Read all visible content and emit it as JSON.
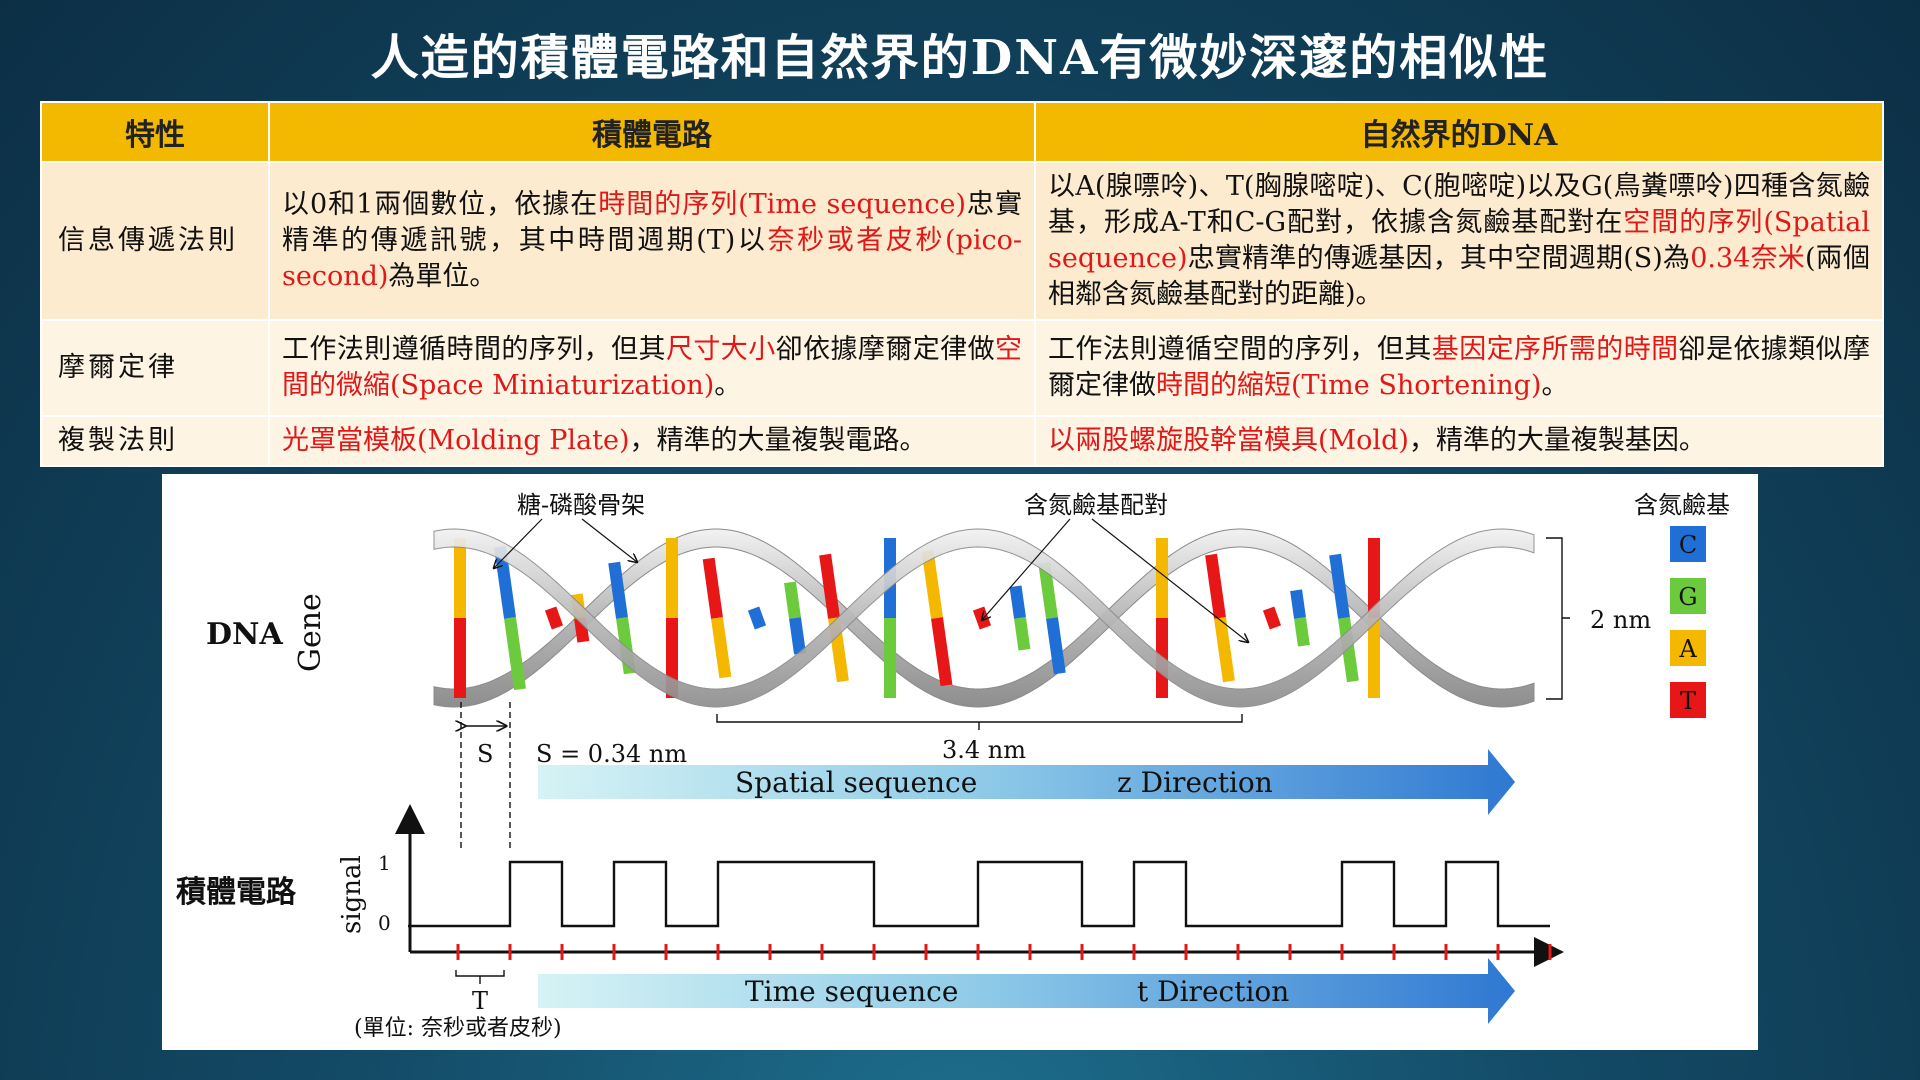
{
  "title": "人造的積體電路和自然界的DNA有微妙深邃的相似性",
  "table": {
    "headers": [
      "特性",
      "積體電路",
      "自然界的DNA"
    ],
    "rows": [
      {
        "label": "信息傳遞法則",
        "ic": [
          {
            "t": "以0和1兩個數位，依據在",
            "red": false
          },
          {
            "t": "時間的序列(Time sequence)",
            "red": true
          },
          {
            "t": "忠實精準的傳遞訊號，其中時間週期(T)以",
            "red": false
          },
          {
            "t": "奈秒或者皮秒(pico-second)",
            "red": true
          },
          {
            "t": "為單位。",
            "red": false
          }
        ],
        "dna": [
          {
            "t": "以A(腺嘌呤)、T(胸腺嘧啶)、C(胞嘧啶)以及G(鳥糞嘌呤)四種含氮鹼基，形成A-T和C-G配對，依據含氮鹼基配對在",
            "red": false
          },
          {
            "t": "空間的序列(Spatial sequence)",
            "red": true
          },
          {
            "t": "忠實精準的傳遞基因，其中空間週期(S)為",
            "red": false
          },
          {
            "t": "0.34奈米",
            "red": true
          },
          {
            "t": "(兩個相鄰含氮鹼基配對的距離)。",
            "red": false
          }
        ]
      },
      {
        "label": "摩爾定律",
        "ic": [
          {
            "t": "工作法則遵循時間的序列，但其",
            "red": false
          },
          {
            "t": "尺寸大小",
            "red": true
          },
          {
            "t": "卻依據摩爾定律做",
            "red": false
          },
          {
            "t": "空間的微縮(Space Miniaturization)",
            "red": true
          },
          {
            "t": "。",
            "red": false
          }
        ],
        "dna": [
          {
            "t": "工作法則遵循空間的序列，但其",
            "red": false
          },
          {
            "t": "基因定序所需的時間",
            "red": true
          },
          {
            "t": "卻是依據類似摩爾定律做",
            "red": false
          },
          {
            "t": "時間的縮短(Time Shortening)",
            "red": true
          },
          {
            "t": "。",
            "red": false
          }
        ]
      },
      {
        "label": "複製法則",
        "ic": [
          {
            "t": "光罩當模板(Molding Plate)",
            "red": true
          },
          {
            "t": "，精準的大量複製電路。",
            "red": false
          }
        ],
        "dna": [
          {
            "t": "以兩股螺旋股幹當模具(Mold)",
            "red": true
          },
          {
            "t": "，精準的大量複製基因。",
            "red": false
          }
        ]
      }
    ]
  },
  "figure": {
    "dna_label": "DNA",
    "gene_label": "Gene",
    "backbone_label": "糖-磷酸骨架",
    "pair_label": "含氮鹼基配對",
    "legend_title": "含氮鹼基",
    "legend": [
      {
        "letter": "C",
        "color": "#1f6fd6"
      },
      {
        "letter": "G",
        "color": "#6ccb3c"
      },
      {
        "letter": "A",
        "color": "#f5b800"
      },
      {
        "letter": "T",
        "color": "#e81717"
      }
    ],
    "width_label": "2 nm",
    "pitch_label": "3.4 nm",
    "s_label": "S",
    "s_value": "S = 0.34 nm",
    "spatial_arrow": {
      "left": "Spatial sequence",
      "right": "z Direction"
    },
    "ic_label": "積體電路",
    "signal_label": "signal",
    "level_1": "1",
    "level_0": "0",
    "signal_bits": [
      0,
      1,
      0,
      1,
      0,
      1,
      1,
      1,
      0,
      0,
      1,
      1,
      0,
      1,
      0,
      0,
      0,
      1,
      0,
      1,
      0
    ],
    "t_label": "T",
    "t_unit": "(單位: 奈秒或者皮秒)",
    "time_arrow": {
      "left": "Time sequence",
      "right": "t Direction"
    }
  }
}
